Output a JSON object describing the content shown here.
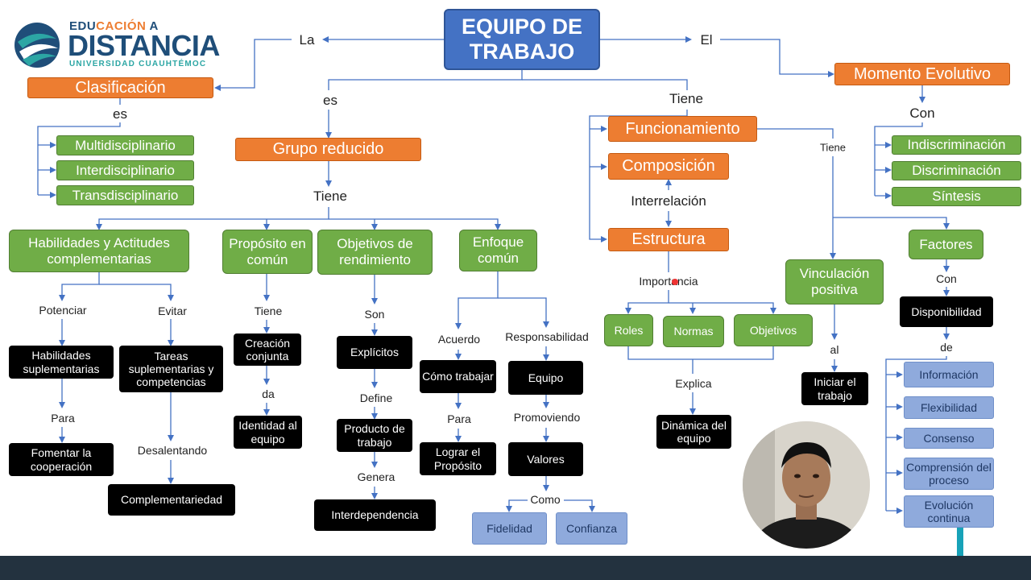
{
  "logo": {
    "line1_pre": "EDU",
    "line1_accent": "CACIÓN",
    "line1_post": " A",
    "line2": "DISTANCIA",
    "line3": "UNIVERSIDAD CUAUHTÉMOC"
  },
  "colors": {
    "blue": "#4472c4",
    "orange": "#ed7d31",
    "green": "#70ad47",
    "black": "#000000",
    "lavender": "#8faadc",
    "accent": "#ed7d31"
  },
  "nodes": {
    "title": "EQUIPO DE TRABAJO",
    "clasificacion": "Clasificación",
    "multidisciplinario": "Multidisciplinario",
    "interdisciplinario": "Interdisciplinario",
    "transdisciplinario": "Transdisciplinario",
    "grupo_reducido": "Grupo reducido",
    "habilidades": "Habilidades y Actitudes complementarias",
    "proposito": "Propósito en común",
    "objetivos_rend": "Objetivos de rendimiento",
    "enfoque": "Enfoque común",
    "hab_suplementarias": "Habilidades suplementarias",
    "tareas_supl": "Tareas suplementarias y competencias",
    "fomentar": "Fomentar la cooperación",
    "complementariedad": "Complementariedad",
    "creacion": "Creación conjunta",
    "identidad": "Identidad al equipo",
    "explicitos": "Explícitos",
    "producto": "Producto de trabajo",
    "interdependencia": "Interdependencia",
    "como_trabajar": "Cómo trabajar",
    "lograr": "Lograr el Propósito",
    "equipo": "Equipo",
    "valores": "Valores",
    "fidelidad": "Fidelidad",
    "confianza": "Confianza",
    "funcionamiento": "Funcionamiento",
    "composicion": "Composición",
    "estructura": "Estructura",
    "roles": "Roles",
    "normas": "Normas",
    "objetivos": "Objetivos",
    "dinamica": "Dinámica del equipo",
    "vinculacion": "Vinculación positiva",
    "iniciar": "Iniciar el trabajo",
    "momento": "Momento Evolutivo",
    "indiscriminacion": "Indiscriminación",
    "discriminacion": "Discriminación",
    "sintesis": "Síntesis",
    "factores": "Factores",
    "disponibilidad": "Disponibilidad",
    "informacion": "Información",
    "flexibilidad": "Flexibilidad",
    "consenso": "Consenso",
    "comprension": "Comprensión del proceso",
    "evolucion": "Evolución continua"
  },
  "labels": {
    "la": "La",
    "el": "El",
    "es_left": "es",
    "es_mid": "es",
    "tiene_mid": "Tiene",
    "tiene_right": "Tiene",
    "con_right": "Con",
    "tiene_small": "Tiene",
    "potenciar": "Potenciar",
    "evitar": "Evitar",
    "para": "Para",
    "desalentando": "Desalentando",
    "tiene_prop": "Tiene",
    "da": "da",
    "son": "Son",
    "define": "Define",
    "genera": "Genera",
    "acuerdo": "Acuerdo",
    "responsabilidad": "Responsabilidad",
    "para2": "Para",
    "promoviendo": "Promoviendo",
    "como": "Como",
    "interrelacion": "Interrelación",
    "importancia": "Importancia",
    "explica": "Explica",
    "al": "al",
    "con_factores": "Con",
    "de": "de"
  }
}
